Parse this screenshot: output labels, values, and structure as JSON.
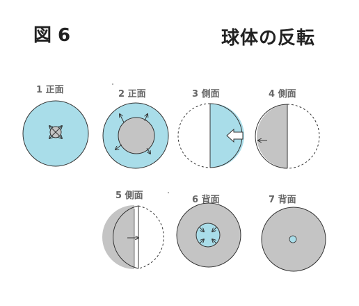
{
  "figure": {
    "label": "図 6",
    "title": "球体の反転"
  },
  "colors": {
    "light_blue": "#a9dde9",
    "gray": "#c4c4c4",
    "outline": "#333333"
  },
  "panels": [
    {
      "number": "1",
      "view": "正面"
    },
    {
      "number": "2",
      "view": "正面"
    },
    {
      "number": "3",
      "view": "側面"
    },
    {
      "number": "4",
      "view": "側面"
    },
    {
      "number": "5",
      "view": "側面"
    },
    {
      "number": "6",
      "view": "背面"
    },
    {
      "number": "7",
      "view": "背面"
    }
  ]
}
